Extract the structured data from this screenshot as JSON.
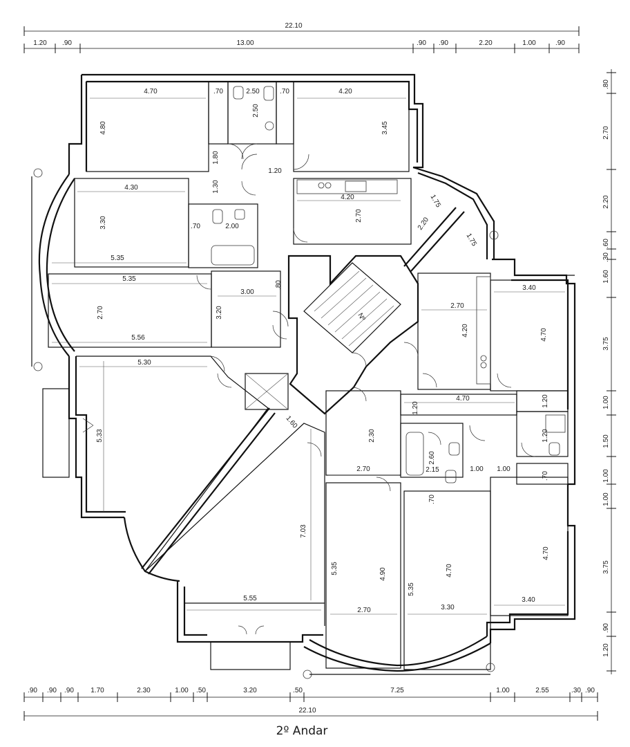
{
  "title": "2º Andar",
  "dims_top": {
    "overall": "22.10",
    "segments": [
      "1.20",
      ".90",
      "13.00",
      ".90",
      ".90",
      "2.20",
      "1.00",
      ".90"
    ]
  },
  "dims_bottom": {
    "overall": "22.10",
    "segments": [
      ".90",
      ".90",
      ".90",
      "1.70",
      "2.30",
      "1.00",
      ".50",
      "3.20",
      ".50",
      "7.25",
      "1.00",
      "2.55",
      ".30",
      ".90"
    ]
  },
  "dims_right": [
    ".80",
    "2.70",
    "2.20",
    ".60",
    ".30",
    "1.60",
    "3.75",
    "1.00",
    "1.50",
    "1.00",
    "1.00",
    "3.75",
    ".90",
    "1.20"
  ],
  "room_labels": {
    "r1_w": "4.70",
    "r1_h": "4.80",
    "c1": ".70",
    "c2": "2.50",
    "c3": "2.50",
    "c4": ".70",
    "r2_w": "4.20",
    "r2_h": "3.45",
    "hall1": "1.80",
    "hall2": "1.20",
    "hall3": "1.30",
    "r3_w": "4.30",
    "r3_h": "3.30",
    "r3_b": "5.35",
    "bath1_a": ".70",
    "bath1_b": "2.00",
    "kit1_w": "4.20",
    "kit1_h": "2.70",
    "diag1": "1.75",
    "diag2": "2.20",
    "diag3": "1.75",
    "r4_t": "5.35",
    "r4_h": "2.70",
    "r4_b": "5.56",
    "hall4": "3.00",
    "hall5": ".80",
    "hall6": "3.20",
    "kit2_w": "2.70",
    "kit2_h": "4.20",
    "r5_w": "3.40",
    "r5_h": "4.70",
    "liv_w": "5.30",
    "liv_h": "5.33",
    "stair_a": "1.60",
    "hall7": "1.20",
    "hall8": "4.70",
    "cl1": "1.20",
    "cl2": "1.20",
    "hall9": "2.30",
    "bath2_a": "2.60",
    "bath2_b": "2.15",
    "hall10": "2.70",
    "h11": "1.00",
    "h12": "1.00",
    "cl3": ".70",
    "cl4": ".70",
    "big_h": "7.03",
    "big_w": "5.55",
    "r6_h1": "5.35",
    "r6_h2": "4.90",
    "r6_w": "2.70",
    "r7_h1": "5.35",
    "r7_h2": "4.70",
    "r7_w": "3.30",
    "r8_h": "4.70",
    "r8_w": "3.40",
    "stair_mark": "Nº"
  }
}
